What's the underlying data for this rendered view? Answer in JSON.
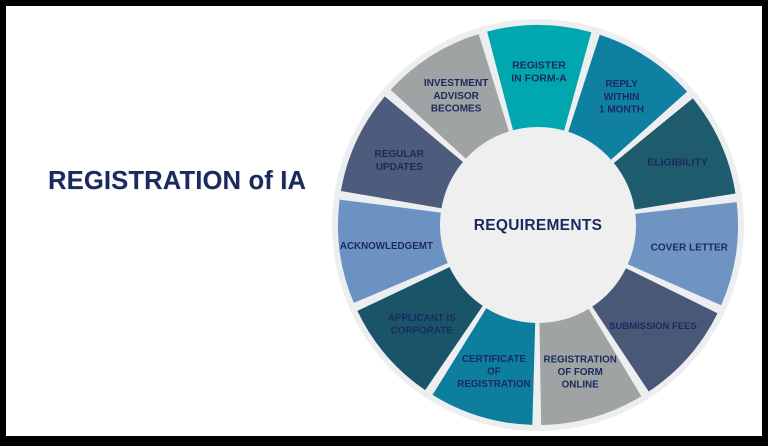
{
  "slide": {
    "title": "REGISTRATION of IA",
    "background_color": "#ffffff",
    "border_color": "#000000",
    "title_color": "#1b2a5e"
  },
  "chart_data": {
    "type": "pie",
    "variant": "donut",
    "title": "REQUIREMENTS",
    "center_label": "REQUIREMENTS",
    "xlabel": "",
    "ylabel": "",
    "legend": "none",
    "grid": false,
    "equal_slices": true,
    "slice_count": 11,
    "start_angle_deg": -106,
    "inner_radius_ratio": 0.45,
    "ring_halo_color": "#eceef0",
    "inner_circle_color": "#efefef",
    "categories": [
      "REGISTER IN FORM-A",
      "REPLY WITHIN 1 MONTH",
      "ELIGIBILITY",
      "COVER LETTER",
      "SUBMISSION FEES",
      "REGISTRATION OF FORM ONLINE",
      "CERTIFICATE OF REGISTRATION",
      "APPLICANT IS CORPORATE",
      "ACKNOWLEDGEMT",
      "REGULAR UPDATES",
      "INVESTMENT ADVISOR BECOMES"
    ],
    "values": [
      1,
      1,
      1,
      1,
      1,
      1,
      1,
      1,
      1,
      1,
      1
    ],
    "colors": [
      "#00a7ae",
      "#0f7fa2",
      "#1d5b6d",
      "#7094c2",
      "#4a5878",
      "#9fa3a3",
      "#0d7e9e",
      "#1a5468",
      "#6c92c4",
      "#4d5c7d",
      "#9fa3a3"
    ],
    "label_colors": [
      "#1b2a5e",
      "#1b2a5e",
      "#eef4f8",
      "#1b2a5e",
      "#1b2a5e",
      "#1b2a5e",
      "#1b2a5e",
      "#1b2a5e",
      "#1b2a5e",
      "#1b2a5e",
      "#1b2a5e"
    ]
  },
  "segments": [
    {
      "id": "register-in-form-a",
      "lines": [
        "REGISTER",
        "IN FORM-A"
      ],
      "color": "#00a7ae",
      "label_color": "#1b2a5e",
      "font_size": 10.5
    },
    {
      "id": "reply-within-1-month",
      "lines": [
        "REPLY",
        "WITHIN",
        "1 MONTH"
      ],
      "color": "#0f7fa2",
      "label_color": "#1b2a5e",
      "font_size": 10.0
    },
    {
      "id": "eligibility",
      "lines": [
        "ELIGIBILITY"
      ],
      "color": "#1d5b6d",
      "label_color": "#eef4f8",
      "font_size": 10.5
    },
    {
      "id": "cover-letter",
      "lines": [
        "COVER LETTER"
      ],
      "color": "#7094c2",
      "label_color": "#1b2a5e",
      "font_size": 10.0
    },
    {
      "id": "submission-fees",
      "lines": [
        "SUBMISSION FEES"
      ],
      "color": "#4a5878",
      "label_color": "#1b2a5e",
      "font_size": 9.5
    },
    {
      "id": "registration-of-form-online",
      "lines": [
        "REGISTRATION",
        "OF FORM",
        "ONLINE"
      ],
      "color": "#9fa3a3",
      "label_color": "#1b2a5e",
      "font_size": 9.8
    },
    {
      "id": "certificate-of-registration",
      "lines": [
        "CERTIFICATE",
        "OF",
        "REGISTRATION"
      ],
      "color": "#0d7e9e",
      "label_color": "#1b2a5e",
      "font_size": 9.8
    },
    {
      "id": "applicant-is-corporate",
      "lines": [
        "APPLICANT IS",
        "CORPORATE"
      ],
      "color": "#1a5468",
      "label_color": "#1b2a5e",
      "font_size": 9.8
    },
    {
      "id": "acknowledgemt",
      "lines": [
        "ACKNOWLEDGEMT"
      ],
      "color": "#6c92c4",
      "label_color": "#1b2a5e",
      "font_size": 9.8
    },
    {
      "id": "regular-updates",
      "lines": [
        "REGULAR",
        "UPDATES"
      ],
      "color": "#4d5c7d",
      "label_color": "#1b2a5e",
      "font_size": 10.0
    },
    {
      "id": "investment-advisor-becomes",
      "lines": [
        "INVESTMENT",
        "ADVISOR",
        "BECOMES"
      ],
      "color": "#9fa3a3",
      "label_color": "#1b2a5e",
      "font_size": 10.0
    }
  ]
}
